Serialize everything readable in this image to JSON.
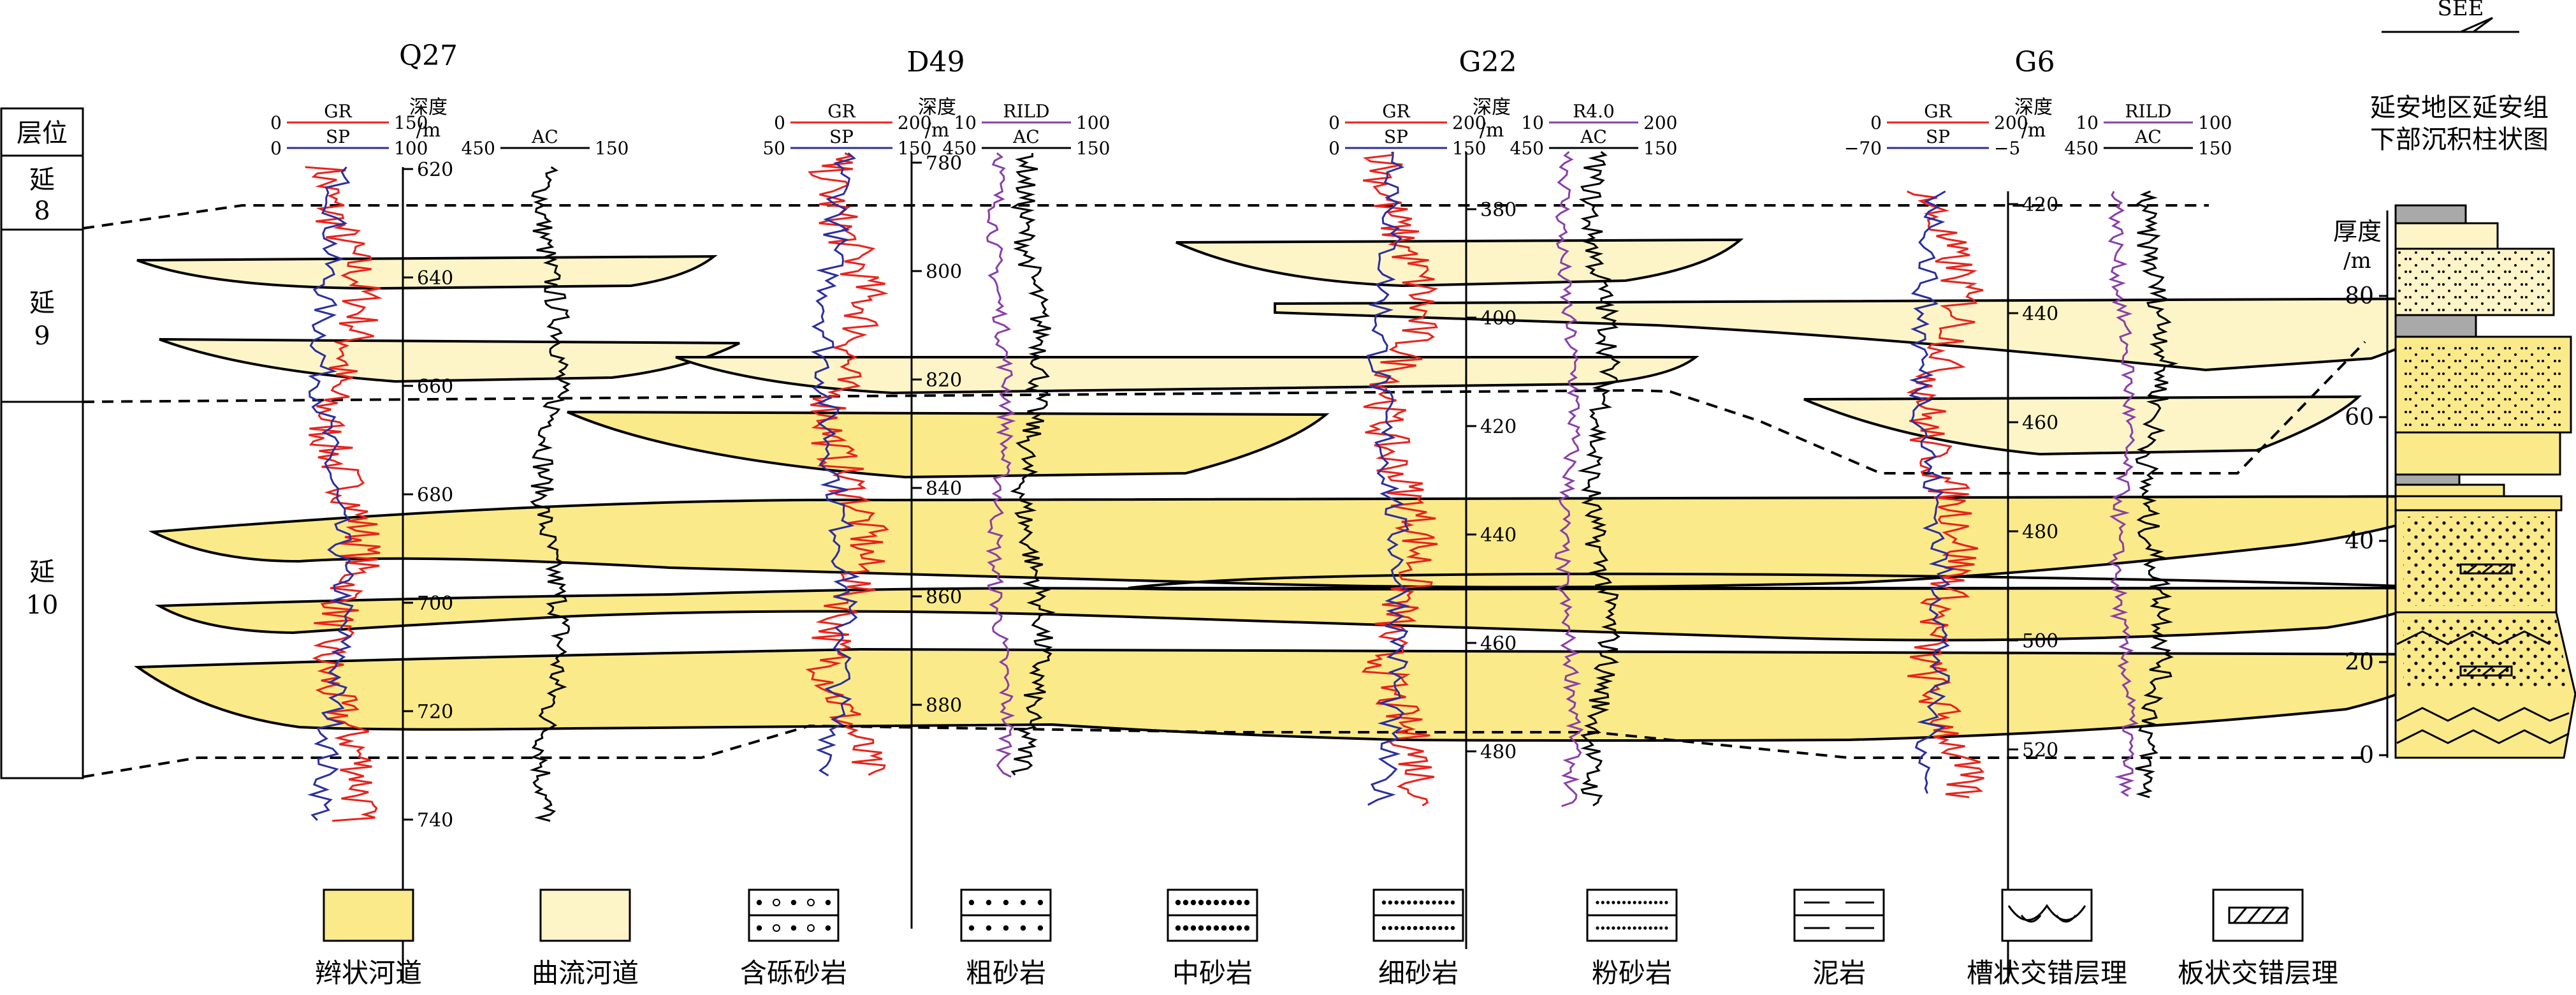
{
  "direction_label": "SEE",
  "strata": {
    "header": "层位",
    "units": [
      {
        "name": "延",
        "num": "8"
      },
      {
        "name": "延",
        "num": "9"
      },
      {
        "name": "延",
        "num": "10"
      }
    ]
  },
  "depth_label_top": "深度",
  "depth_label_unit": "/m",
  "wells": [
    {
      "name": "Q27",
      "track1": {
        "top": "GR",
        "top_min": "0",
        "top_max": "150",
        "bot": "SP",
        "bot_min": "0",
        "bot_max": "100"
      },
      "track2": {
        "top": "",
        "top_min": "",
        "top_max": "",
        "bot": "AC",
        "bot_min": "450",
        "bot_max": "150"
      },
      "depth_ticks": [
        "620",
        "640",
        "660",
        "680",
        "700",
        "720",
        "740"
      ]
    },
    {
      "name": "D49",
      "track1": {
        "top": "GR",
        "top_min": "0",
        "top_max": "200",
        "bot": "SP",
        "bot_min": "50",
        "bot_max": "150"
      },
      "track2": {
        "top": "RILD",
        "top_min": "10",
        "top_max": "100",
        "bot": "AC",
        "bot_min": "450",
        "bot_max": "150"
      },
      "depth_ticks": [
        "780",
        "800",
        "820",
        "840",
        "860",
        "880"
      ]
    },
    {
      "name": "G22",
      "track1": {
        "top": "GR",
        "top_min": "0",
        "top_max": "200",
        "bot": "SP",
        "bot_min": "0",
        "bot_max": "150"
      },
      "track2": {
        "top": "R4.0",
        "top_min": "10",
        "top_max": "200",
        "bot": "AC",
        "bot_min": "450",
        "bot_max": "150"
      },
      "depth_ticks": [
        "380",
        "400",
        "420",
        "440",
        "460",
        "480"
      ]
    },
    {
      "name": "G6",
      "track1": {
        "top": "GR",
        "top_min": "0",
        "top_max": "200",
        "bot": "SP",
        "bot_min": "−70",
        "bot_max": "−5"
      },
      "track2": {
        "top": "RILD",
        "top_min": "10",
        "top_max": "100",
        "bot": "AC",
        "bot_min": "450",
        "bot_max": "150"
      },
      "depth_ticks": [
        "420",
        "440",
        "460",
        "480",
        "500",
        "520"
      ]
    }
  ],
  "column": {
    "title_line1": "延安地区延安组",
    "title_line2": "下部沉积柱状图",
    "thickness_label": "厚度",
    "thickness_unit": "/m",
    "ticks": [
      "80",
      "60",
      "40",
      "20",
      "0"
    ]
  },
  "legend": [
    {
      "label": "辫状河道",
      "pattern": "braided"
    },
    {
      "label": "曲流河道",
      "pattern": "meander"
    },
    {
      "label": "含砾砂岩",
      "pattern": "pebbly"
    },
    {
      "label": "粗砂岩",
      "pattern": "coarse"
    },
    {
      "label": "中砂岩",
      "pattern": "medium"
    },
    {
      "label": "细砂岩",
      "pattern": "fine"
    },
    {
      "label": "粉砂岩",
      "pattern": "silt"
    },
    {
      "label": "泥岩",
      "pattern": "mud"
    },
    {
      "label": "槽状交错层理",
      "pattern": "trough"
    },
    {
      "label": "板状交错层理",
      "pattern": "planar"
    }
  ],
  "colors": {
    "braided": "#fbea8a",
    "meander": "#fdf5c8",
    "gr_curve": "#e8231b",
    "sp_curve": "#2b2f9e",
    "res_curve": "#8a3fa8",
    "ac_curve": "#000000",
    "mud": "#a9a9a9"
  }
}
